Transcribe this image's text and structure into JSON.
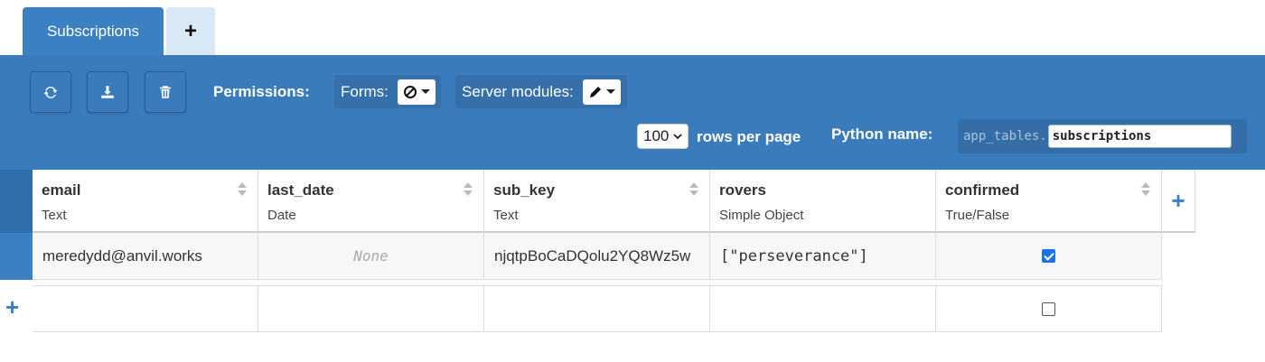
{
  "tabs": {
    "active_label": "Subscriptions",
    "add_label": "+"
  },
  "toolbar": {
    "permissions_label": "Permissions:",
    "forms_label": "Forms:",
    "server_modules_label": "Server modules:",
    "rows_per_page_value": "100",
    "rows_per_page_label": "rows per page",
    "python_name_label": "Python name:",
    "python_prefix": "app_tables.",
    "python_name_value": "subscriptions"
  },
  "columns": [
    {
      "name": "email",
      "type": "Text"
    },
    {
      "name": "last_date",
      "type": "Date"
    },
    {
      "name": "sub_key",
      "type": "Text"
    },
    {
      "name": "rovers",
      "type": "Simple Object"
    },
    {
      "name": "confirmed",
      "type": "True/False"
    }
  ],
  "rows": [
    {
      "email": "meredydd@anvil.works",
      "last_date": "None",
      "sub_key": "njqtpBoCaDQolu2YQ8Wz5w",
      "rovers": "[\"perseverance\"]",
      "confirmed": true
    }
  ],
  "add_column_label": "+",
  "add_row_label": "+",
  "colors": {
    "panel": "#3a7bbb",
    "accent": "#3a80c3"
  }
}
